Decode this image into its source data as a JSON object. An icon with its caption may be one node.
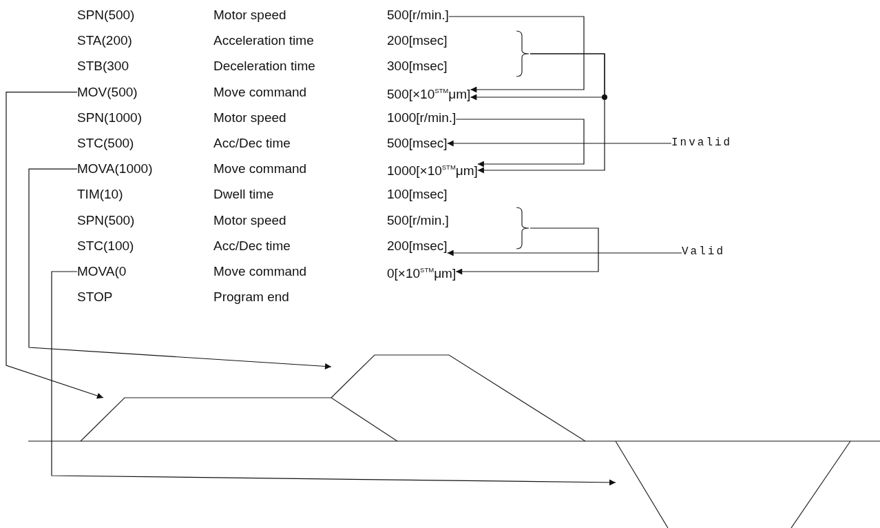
{
  "diagram": {
    "nodes": [
      {
        "text": [
          "SPN(500)",
          "Motor speed",
          "500[r/min.]"
        ]
      },
      {
        "text": [
          "STA(200)",
          "Acceleration time",
          "200[msec]"
        ]
      },
      {
        "text": [
          "STB(300",
          "Deceleration time",
          "300[msec]"
        ]
      },
      {
        "text": [
          "MOV(500)",
          "Move command",
          "500[×10$^{STM}$μm]"
        ]
      },
      {
        "text": [
          "SPN(1000)",
          "Motor speed",
          "1000[r/min.]"
        ]
      },
      {
        "text": [
          "STC(500)",
          "Acc/Dec time",
          "500[msec]"
        ]
      },
      {
        "text": [
          "MOVA(1000)",
          "Move command",
          "1000[×10$^{STM}$μm]"
        ]
      },
      {
        "text": [
          "TIM(10)",
          "Dwell time",
          "100[msec]"
        ]
      },
      {
        "text": [
          "SPN(500)",
          "Motor speed",
          "500[r/min.]"
        ]
      },
      {
        "text": [
          "STC(100)",
          "Acc/Dec time",
          "200[msec]"
        ]
      },
      {
        "text": [
          "MOVA(0",
          "Move command",
          "0[×10$^{STM}$μm]"
        ]
      },
      {
        "text": [
          "STOP",
          "Program end"
        ]
      },
      {
        "text": [],
        "shape": "brace"
      },
      {
        "text": [],
        "shape": "brace"
      },
      {
        "text": [
          "Invalid"
        ]
      },
      {
        "text": [
          "Valid"
        ]
      },
      {
        "text": [],
        "shape": "trapezoid"
      },
      {
        "text": [],
        "shape": "trapezoid"
      },
      {
        "text": [],
        "shape": "trapezoid"
      }
    ],
    "edges": [
      {
        "from": 0,
        "to": 3,
        "arrow": "to"
      },
      {
        "from": 12,
        "to": 3,
        "arrow": "to"
      },
      {
        "from": 12,
        "to": 6,
        "arrow": "to"
      },
      {
        "from": 4,
        "to": 6,
        "arrow": "to"
      },
      {
        "from": 14,
        "to": 5,
        "arrow": "to"
      },
      {
        "from": 13,
        "to": 10,
        "arrow": "to"
      },
      {
        "from": 15,
        "to": 9,
        "arrow": "to"
      },
      {
        "from": 3,
        "to": 16,
        "arrow": "to"
      },
      {
        "from": 6,
        "to": 17,
        "arrow": "to"
      },
      {
        "from": 10,
        "to": 18,
        "arrow": "to"
      }
    ]
  }
}
